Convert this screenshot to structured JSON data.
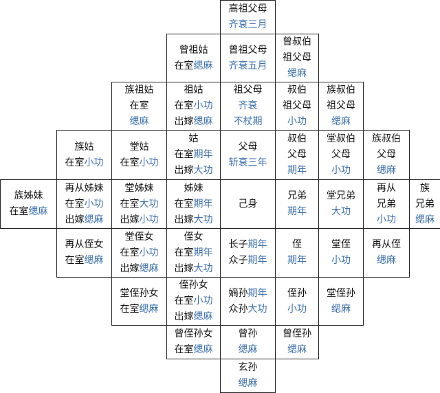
{
  "colors": {
    "text": "#111111",
    "mourning": "#3a6fb0",
    "border": "#222222"
  },
  "cells": [
    {
      "id": "gaozu",
      "lines": [
        [
          {
            "t": "高祖父母",
            "c": "k"
          }
        ],
        [
          {
            "t": "齐衰三月",
            "c": "b"
          }
        ]
      ]
    },
    {
      "id": "zengzugu",
      "lines": [
        [
          {
            "t": "曾祖姑",
            "c": "k"
          }
        ],
        [
          {
            "t": "在室",
            "c": "k"
          },
          {
            "t": "缌麻",
            "c": "b"
          }
        ]
      ]
    },
    {
      "id": "zengzu",
      "lines": [
        [
          {
            "t": "曾祖父母",
            "c": "k"
          }
        ],
        [
          {
            "t": "齐衰五月",
            "c": "b"
          }
        ]
      ]
    },
    {
      "id": "zengshubo",
      "lines": [
        [
          {
            "t": "曾叔伯",
            "c": "k"
          }
        ],
        [
          {
            "t": "祖父母",
            "c": "k"
          }
        ],
        [
          {
            "t": "缌麻",
            "c": "b"
          }
        ]
      ]
    },
    {
      "id": "zuzugu",
      "lines": [
        [
          {
            "t": "族祖姑",
            "c": "k"
          }
        ],
        [
          {
            "t": "在室",
            "c": "k"
          }
        ],
        [
          {
            "t": "缌麻",
            "c": "b"
          }
        ]
      ]
    },
    {
      "id": "zugu",
      "lines": [
        [
          {
            "t": "祖姑",
            "c": "k"
          }
        ],
        [
          {
            "t": "在室",
            "c": "k"
          },
          {
            "t": "小功",
            "c": "b"
          }
        ],
        [
          {
            "t": "出嫁",
            "c": "k"
          },
          {
            "t": "缌麻",
            "c": "b"
          }
        ]
      ]
    },
    {
      "id": "zufumu",
      "lines": [
        [
          {
            "t": "祖父母",
            "c": "k"
          }
        ],
        [
          {
            "t": "齐衰",
            "c": "b"
          }
        ],
        [
          {
            "t": "不杖期",
            "c": "b"
          }
        ]
      ]
    },
    {
      "id": "shubo-zu",
      "lines": [
        [
          {
            "t": "叔伯",
            "c": "k"
          }
        ],
        [
          {
            "t": "祖父母",
            "c": "k"
          }
        ],
        [
          {
            "t": "小功",
            "c": "b"
          }
        ]
      ]
    },
    {
      "id": "zushubo-zu",
      "lines": [
        [
          {
            "t": "族叔伯",
            "c": "k"
          }
        ],
        [
          {
            "t": "祖父母",
            "c": "k"
          }
        ],
        [
          {
            "t": "缌麻",
            "c": "b"
          }
        ]
      ]
    },
    {
      "id": "zugu2",
      "lines": [
        [
          {
            "t": "族姑",
            "c": "k"
          }
        ],
        [
          {
            "t": "在室",
            "c": "k"
          },
          {
            "t": "小功",
            "c": "b"
          }
        ]
      ]
    },
    {
      "id": "tanggu",
      "lines": [
        [
          {
            "t": "堂姑",
            "c": "k"
          }
        ],
        [
          {
            "t": "在室",
            "c": "k"
          },
          {
            "t": "小功",
            "c": "b"
          }
        ]
      ]
    },
    {
      "id": "gu",
      "lines": [
        [
          {
            "t": "姑",
            "c": "k"
          }
        ],
        [
          {
            "t": "在室",
            "c": "k"
          },
          {
            "t": "期年",
            "c": "b"
          }
        ],
        [
          {
            "t": "出嫁",
            "c": "k"
          },
          {
            "t": "大功",
            "c": "b"
          }
        ]
      ]
    },
    {
      "id": "fumu",
      "lines": [
        [
          {
            "t": "父母",
            "c": "k"
          }
        ],
        [
          {
            "t": "斩衰三年",
            "c": "b"
          }
        ]
      ]
    },
    {
      "id": "shubo-fu",
      "lines": [
        [
          {
            "t": "叔伯",
            "c": "k"
          }
        ],
        [
          {
            "t": "父母",
            "c": "k"
          }
        ],
        [
          {
            "t": "期年",
            "c": "b"
          }
        ]
      ]
    },
    {
      "id": "tangbo-fu",
      "lines": [
        [
          {
            "t": "堂叔伯",
            "c": "k"
          }
        ],
        [
          {
            "t": "父母",
            "c": "k"
          }
        ],
        [
          {
            "t": "小功",
            "c": "b"
          }
        ]
      ]
    },
    {
      "id": "zushubo-fu",
      "lines": [
        [
          {
            "t": "族叔伯",
            "c": "k"
          }
        ],
        [
          {
            "t": "父母",
            "c": "k"
          }
        ],
        [
          {
            "t": "缌麻",
            "c": "b"
          }
        ]
      ]
    },
    {
      "id": "zuzimei",
      "lines": [
        [
          {
            "t": "族姊妹",
            "c": "k"
          }
        ],
        [
          {
            "t": "在室",
            "c": "k"
          },
          {
            "t": "缌麻",
            "c": "b"
          }
        ]
      ]
    },
    {
      "id": "zaicongzimei",
      "lines": [
        [
          {
            "t": "再从姊妹",
            "c": "k"
          }
        ],
        [
          {
            "t": "在室",
            "c": "k"
          },
          {
            "t": "小功",
            "c": "b"
          }
        ],
        [
          {
            "t": "出嫁",
            "c": "k"
          },
          {
            "t": "缌麻",
            "c": "b"
          }
        ]
      ]
    },
    {
      "id": "tangzimei",
      "lines": [
        [
          {
            "t": "堂姊妹",
            "c": "k"
          }
        ],
        [
          {
            "t": "在室",
            "c": "k"
          },
          {
            "t": "大功",
            "c": "b"
          }
        ],
        [
          {
            "t": "出嫁",
            "c": "k"
          },
          {
            "t": "小功",
            "c": "b"
          }
        ]
      ]
    },
    {
      "id": "zimei",
      "lines": [
        [
          {
            "t": "姊妹",
            "c": "k"
          }
        ],
        [
          {
            "t": "在室",
            "c": "k"
          },
          {
            "t": "期年",
            "c": "b"
          }
        ],
        [
          {
            "t": "出嫁",
            "c": "k"
          },
          {
            "t": "大功",
            "c": "b"
          }
        ]
      ]
    },
    {
      "id": "jishen",
      "lines": [
        [
          {
            "t": "己身",
            "c": "k"
          }
        ]
      ]
    },
    {
      "id": "xiongdi",
      "lines": [
        [
          {
            "t": "兄弟",
            "c": "k"
          }
        ],
        [
          {
            "t": "期年",
            "c": "b"
          }
        ]
      ]
    },
    {
      "id": "tangxiongdi",
      "lines": [
        [
          {
            "t": "堂兄弟",
            "c": "k"
          }
        ],
        [
          {
            "t": "大功",
            "c": "b"
          }
        ]
      ]
    },
    {
      "id": "zaicongxiongdi",
      "lines": [
        [
          {
            "t": "再从",
            "c": "k"
          }
        ],
        [
          {
            "t": "兄弟",
            "c": "k"
          }
        ],
        [
          {
            "t": "小功",
            "c": "b"
          }
        ]
      ]
    },
    {
      "id": "zuxiongdi",
      "lines": [
        [
          {
            "t": "族",
            "c": "k"
          }
        ],
        [
          {
            "t": "兄弟",
            "c": "k"
          }
        ],
        [
          {
            "t": "缌麻",
            "c": "b"
          }
        ]
      ]
    },
    {
      "id": "zaicongzhinv",
      "lines": [
        [
          {
            "t": "再从侄女",
            "c": "k"
          }
        ],
        [
          {
            "t": "在室",
            "c": "k"
          },
          {
            "t": "缌麻",
            "c": "b"
          }
        ]
      ]
    },
    {
      "id": "tangzhinv",
      "lines": [
        [
          {
            "t": "堂侄女",
            "c": "k"
          }
        ],
        [
          {
            "t": "在室",
            "c": "k"
          },
          {
            "t": "小功",
            "c": "b"
          }
        ],
        [
          {
            "t": "出嫁",
            "c": "k"
          },
          {
            "t": "缌麻",
            "c": "b"
          }
        ]
      ]
    },
    {
      "id": "zhinv",
      "lines": [
        [
          {
            "t": "侄女",
            "c": "k"
          }
        ],
        [
          {
            "t": "在室",
            "c": "k"
          },
          {
            "t": "期年",
            "c": "b"
          }
        ],
        [
          {
            "t": "出嫁",
            "c": "k"
          },
          {
            "t": "大功",
            "c": "b"
          }
        ]
      ]
    },
    {
      "id": "zi",
      "lines": [
        [
          {
            "t": "长子",
            "c": "k"
          },
          {
            "t": "期年",
            "c": "b"
          }
        ],
        [
          {
            "t": "众子",
            "c": "k"
          },
          {
            "t": "期年",
            "c": "b"
          }
        ]
      ]
    },
    {
      "id": "zhi",
      "lines": [
        [
          {
            "t": "侄",
            "c": "k"
          }
        ],
        [
          {
            "t": "期年",
            "c": "b"
          }
        ]
      ]
    },
    {
      "id": "tangzhi",
      "lines": [
        [
          {
            "t": "堂侄",
            "c": "k"
          }
        ],
        [
          {
            "t": "小功",
            "c": "b"
          }
        ]
      ]
    },
    {
      "id": "zaicongzhi",
      "lines": [
        [
          {
            "t": "再从侄",
            "c": "k"
          }
        ],
        [
          {
            "t": "缌麻",
            "c": "b"
          }
        ]
      ]
    },
    {
      "id": "tangzhisunnv",
      "lines": [
        [
          {
            "t": "堂侄孙女",
            "c": "k"
          }
        ],
        [
          {
            "t": "在室",
            "c": "k"
          },
          {
            "t": "缌麻",
            "c": "b"
          }
        ]
      ]
    },
    {
      "id": "zhisunnv",
      "lines": [
        [
          {
            "t": "侄孙女",
            "c": "k"
          }
        ],
        [
          {
            "t": "在室",
            "c": "k"
          },
          {
            "t": "小功",
            "c": "b"
          }
        ],
        [
          {
            "t": "出嫁",
            "c": "k"
          },
          {
            "t": "缌麻",
            "c": "b"
          }
        ]
      ]
    },
    {
      "id": "sun",
      "lines": [
        [
          {
            "t": "嫡孙",
            "c": "k"
          },
          {
            "t": "期年",
            "c": "b"
          }
        ],
        [
          {
            "t": "众孙",
            "c": "k"
          },
          {
            "t": "大功",
            "c": "b"
          }
        ]
      ]
    },
    {
      "id": "zhisun",
      "lines": [
        [
          {
            "t": "侄孙",
            "c": "k"
          }
        ],
        [
          {
            "t": "小功",
            "c": "b"
          }
        ]
      ]
    },
    {
      "id": "tangzhisun",
      "lines": [
        [
          {
            "t": "堂侄孙",
            "c": "k"
          }
        ],
        [
          {
            "t": "缌麻",
            "c": "b"
          }
        ]
      ]
    },
    {
      "id": "zengzhisunnv",
      "lines": [
        [
          {
            "t": "曾侄孙女",
            "c": "k"
          }
        ],
        [
          {
            "t": "在室",
            "c": "k"
          },
          {
            "t": "缌麻",
            "c": "b"
          }
        ]
      ]
    },
    {
      "id": "zengsun",
      "lines": [
        [
          {
            "t": "曾孙",
            "c": "k"
          }
        ],
        [
          {
            "t": "缌麻",
            "c": "b"
          }
        ]
      ]
    },
    {
      "id": "zengzhisun",
      "lines": [
        [
          {
            "t": "曾侄孙",
            "c": "k"
          }
        ],
        [
          {
            "t": "缌麻",
            "c": "b"
          }
        ]
      ]
    },
    {
      "id": "xuansun",
      "lines": [
        [
          {
            "t": "玄孙",
            "c": "k"
          }
        ],
        [
          {
            "t": "缌麻",
            "c": "b"
          }
        ]
      ]
    }
  ]
}
